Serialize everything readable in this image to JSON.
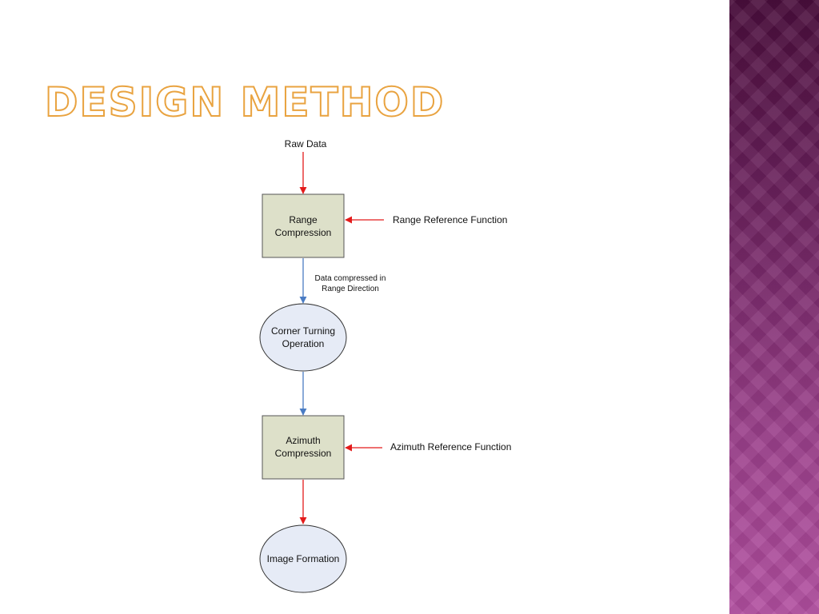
{
  "slide": {
    "title": "Design Method"
  },
  "diagram": {
    "nodes": [
      {
        "id": "raw-data",
        "label": "Raw Data"
      },
      {
        "id": "range-compression",
        "label_line1": "Range",
        "label_line2": "Compression"
      },
      {
        "id": "corner-turning",
        "label_line1": "Corner Turning",
        "label_line2": "Operation"
      },
      {
        "id": "azimuth-compression",
        "label_line1": "Azimuth",
        "label_line2": "Compression"
      },
      {
        "id": "image-formation",
        "label": "Image Formation"
      }
    ],
    "inputs": [
      {
        "id": "range-reference",
        "label": "Range Reference Function"
      },
      {
        "id": "azimuth-reference",
        "label": "Azimuth Reference Function"
      }
    ],
    "edge_labels": [
      {
        "id": "range-to-corner",
        "line1": "Data compressed in",
        "line2": "Range Direction"
      }
    ],
    "colors": {
      "process_box_fill": "#dde0c9",
      "ellipse_fill": "#e6ebf6",
      "red_arrow": "#e31b1b",
      "blue_arrow": "#4a7cc4",
      "title_outline": "#e9a340"
    }
  }
}
